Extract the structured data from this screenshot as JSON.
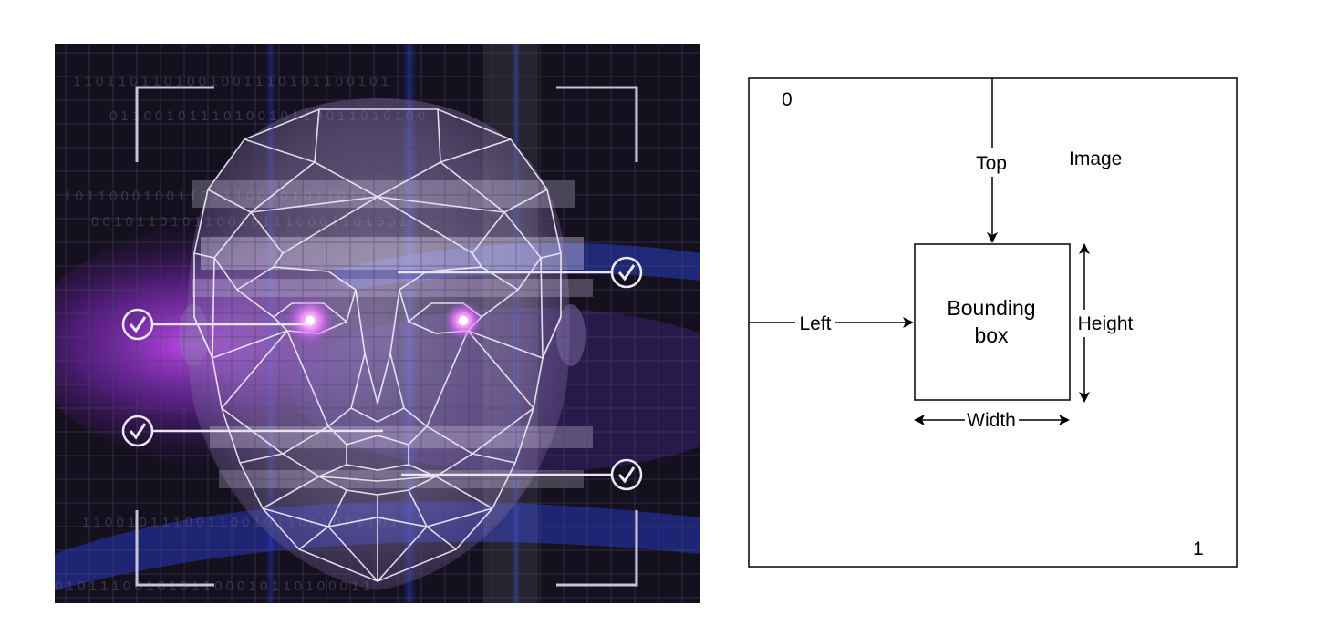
{
  "face_illustration": {
    "binary_rows": [
      "1 1 0 1 1 0 1 1 0 1 0 0 1 0 0 1 1 1 0 1 0 1 1 0 0 1 0 1",
      "0 1 1 0 0 1 0 1 1 1 0 1 0 0 1 0 1 1 0 0 1 1 0 1 0 1 0 0",
      "1 0 1 1 0 0 0 1 0 0 1 1 0 1 1 1 0 0 1 0 1 0 1 1 0 1 1 0",
      "0 0 1 0 1 1 0 1 0 1 1 0 0 1 0 1 1 1 0 0 0 1 1 0 1 0 0 1",
      "1 1 0 0 1 0 1 1 1 0 0 1 1 0 0 1 0 1 1 0 0 1 0 0 1 1 0 1",
      "0 1 0 1 1 1 0 0 1 0 1 0 1 1 0 0 0 1 0 1 1 0 1 0 0 0 1 1"
    ],
    "accent_colors": {
      "background": "#14101e",
      "grid": "#3a3550",
      "glow_purple": "#c040ff",
      "glow_blue": "#2a4cff",
      "mesh": "#f2eefc"
    },
    "icons": [
      "check-circle-icon",
      "check-circle-icon",
      "check-circle-icon",
      "check-circle-icon"
    ]
  },
  "diagram": {
    "origin_label": "0",
    "corner_label": "1",
    "image_label": "Image",
    "top_label": "Top",
    "left_label": "Left",
    "box_label_line1": "Bounding",
    "box_label_line2": "box",
    "height_label": "Height",
    "width_label": "Width"
  }
}
